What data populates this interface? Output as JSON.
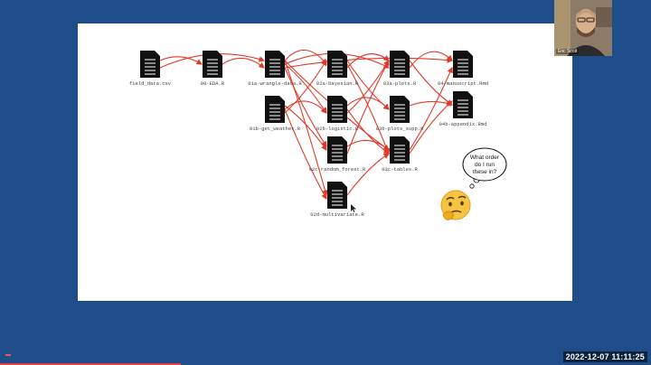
{
  "diagram": {
    "files": [
      {
        "id": "field",
        "label": "field_data.csv"
      },
      {
        "id": "eda",
        "label": "00-EDA.R"
      },
      {
        "id": "wrangle",
        "label": "01a-wrangle-data.R"
      },
      {
        "id": "weather",
        "label": "01b-get_weather.R"
      },
      {
        "id": "bayes",
        "label": "02a-bayesian.R"
      },
      {
        "id": "logis",
        "label": "02b-logistic.R"
      },
      {
        "id": "rf",
        "label": "02c-random_forest.R"
      },
      {
        "id": "multi",
        "label": "02d-multivariate.R"
      },
      {
        "id": "plots",
        "label": "03a-plots.R"
      },
      {
        "id": "supp",
        "label": "03b-plots_supp.R"
      },
      {
        "id": "tables",
        "label": "03c-tables.R"
      },
      {
        "id": "ms",
        "label": "04-manuscript.Rmd"
      },
      {
        "id": "app",
        "label": "04b-appendix.Rmd"
      }
    ],
    "arrows": [
      [
        "field",
        "eda"
      ],
      [
        "eda",
        "wrangle"
      ],
      [
        "field",
        "wrangle"
      ],
      [
        "wrangle",
        "bayes"
      ],
      [
        "wrangle",
        "logis"
      ],
      [
        "wrangle",
        "rf"
      ],
      [
        "wrangle",
        "multi"
      ],
      [
        "wrangle",
        "plots"
      ],
      [
        "wrangle",
        "ms"
      ],
      [
        "wrangle",
        "tables"
      ],
      [
        "weather",
        "logis"
      ],
      [
        "weather",
        "bayes"
      ],
      [
        "weather",
        "rf"
      ],
      [
        "weather",
        "multi"
      ],
      [
        "bayes",
        "plots"
      ],
      [
        "bayes",
        "supp"
      ],
      [
        "bayes",
        "tables"
      ],
      [
        "logis",
        "plots"
      ],
      [
        "logis",
        "supp"
      ],
      [
        "logis",
        "tables"
      ],
      [
        "rf",
        "plots"
      ],
      [
        "rf",
        "tables"
      ],
      [
        "multi",
        "tables"
      ],
      [
        "plots",
        "ms"
      ],
      [
        "supp",
        "app"
      ],
      [
        "tables",
        "ms"
      ],
      [
        "tables",
        "app"
      ],
      [
        "plots",
        "app"
      ]
    ],
    "arrow_color": "#e23a2a"
  },
  "thought_bubble": {
    "line1": "What order",
    "line2": "do I run",
    "line3": "these in?",
    "emoji": "🤔"
  },
  "webcam": {
    "name": "Eric Scott"
  },
  "status": {
    "timestamp": "2022-12-07 11:11:25"
  }
}
